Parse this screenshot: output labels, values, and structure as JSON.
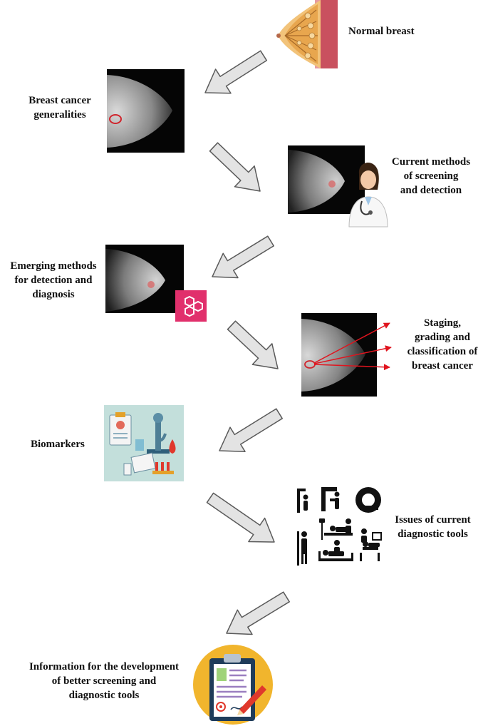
{
  "steps": [
    {
      "id": "normal",
      "label": "Normal breast",
      "icon": "breast-anatomy-icon"
    },
    {
      "id": "generalities",
      "label": "Breast cancer\ngeneralities",
      "icon": "mammogram-lesion-icon"
    },
    {
      "id": "current",
      "label": "Current methods\nof screening\nand detection",
      "icon": "mammogram-doctor-icon"
    },
    {
      "id": "emerging",
      "label": "Emerging methods\nfor detection and\ndiagnosis",
      "icon": "mammogram-molecule-icon"
    },
    {
      "id": "staging",
      "label": "Staging,\ngrading and\nclassification of\nbreast cancer",
      "icon": "mammogram-arrows-icon"
    },
    {
      "id": "biomarkers",
      "label": "Biomarkers",
      "icon": "laboratory-icon"
    },
    {
      "id": "issues",
      "label": "Issues of current\ndiagnostic tools",
      "icon": "medical-procedures-icon"
    },
    {
      "id": "information",
      "label": "Information for the development\nof better screening and\ndiagnostic tools",
      "icon": "clipboard-report-icon"
    }
  ],
  "colors": {
    "arrow_fill": "#e3e3e3",
    "arrow_stroke": "#5a5a5a",
    "lesion": "#d0242c",
    "molecule_tile": "#e1306c",
    "clipboard_circle": "#f1b52d"
  }
}
